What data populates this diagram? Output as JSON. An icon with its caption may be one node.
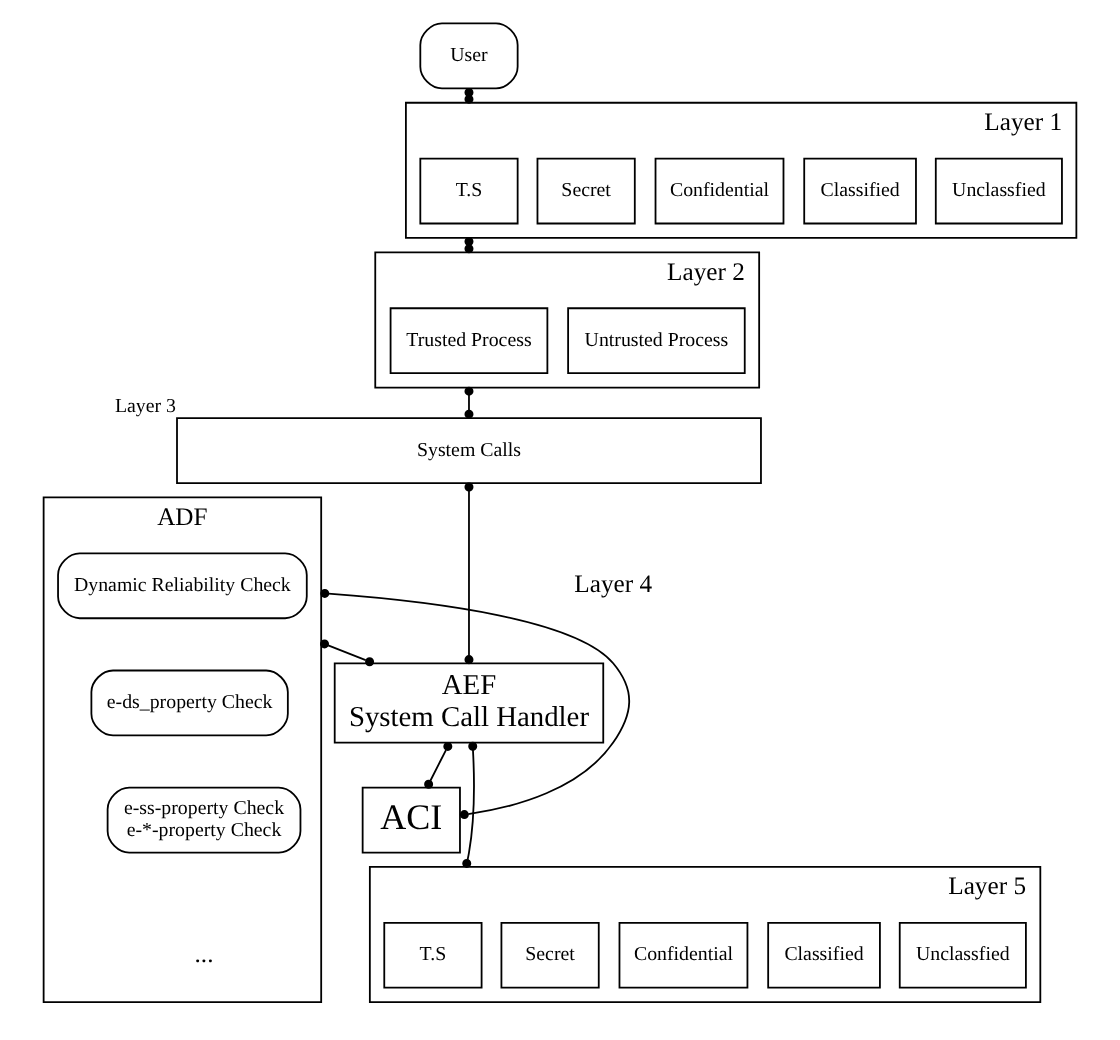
{
  "diagram": {
    "nodes": [
      {
        "text": [
          "User"
        ]
      },
      {
        "text": [],
        "shape": "box",
        "beside": [
          "Layer 1"
        ]
      },
      {
        "text": [
          "T.S"
        ],
        "in": 1
      },
      {
        "text": [
          "Secret"
        ],
        "in": 1
      },
      {
        "text": [
          "Confidential"
        ],
        "in": 1
      },
      {
        "text": [
          "Classified"
        ],
        "in": 1
      },
      {
        "text": [
          "Unclassfied"
        ],
        "in": 1
      },
      {
        "text": [],
        "shape": "box",
        "beside": [
          "Layer 2"
        ]
      },
      {
        "text": [
          "Trusted Process"
        ],
        "in": 7
      },
      {
        "text": [
          "Untrusted Process"
        ],
        "in": 7
      },
      {
        "text": [
          "System Calls"
        ],
        "beside": [
          "Layer 3"
        ]
      },
      {
        "text": [
          "AEF",
          "System Call Handler"
        ]
      },
      {
        "text": [
          "ADF"
        ]
      },
      {
        "text": [
          "Dynamic Reliability Check"
        ],
        "in": 12
      },
      {
        "text": [
          "e-ds_property Check"
        ],
        "in": 12
      },
      {
        "text": [
          "e-ss-property Check",
          "e-*-property Check"
        ],
        "in": 12
      },
      {
        "text": [
          "ACI"
        ]
      },
      {
        "text": [],
        "shape": "box",
        "beside": [
          "Layer 5"
        ]
      },
      {
        "text": [
          "T.S"
        ],
        "in": 17
      },
      {
        "text": [
          "Secret"
        ],
        "in": 17
      },
      {
        "text": [
          "Confidential"
        ],
        "in": 17
      },
      {
        "text": [
          "Classified"
        ],
        "in": 17
      },
      {
        "text": [
          "Unclassfied"
        ],
        "in": 17
      }
    ],
    "edges": [
      {
        "from": 0,
        "to": 1,
        "arrow": "other"
      },
      {
        "from": 1,
        "to": 7,
        "arrow": "other"
      },
      {
        "from": 7,
        "to": 10,
        "arrow": "other"
      },
      {
        "from": 10,
        "to": 11,
        "arrow": "other"
      },
      {
        "from": 11,
        "to": 12,
        "arrow": "other"
      },
      {
        "from": 11,
        "to": 16,
        "arrow": "other"
      },
      {
        "from": 16,
        "to": 12,
        "arrow": "other"
      },
      {
        "from": 11,
        "to": 17,
        "arrow": "other"
      }
    ],
    "labels": [
      "Layer 4",
      "..."
    ]
  }
}
